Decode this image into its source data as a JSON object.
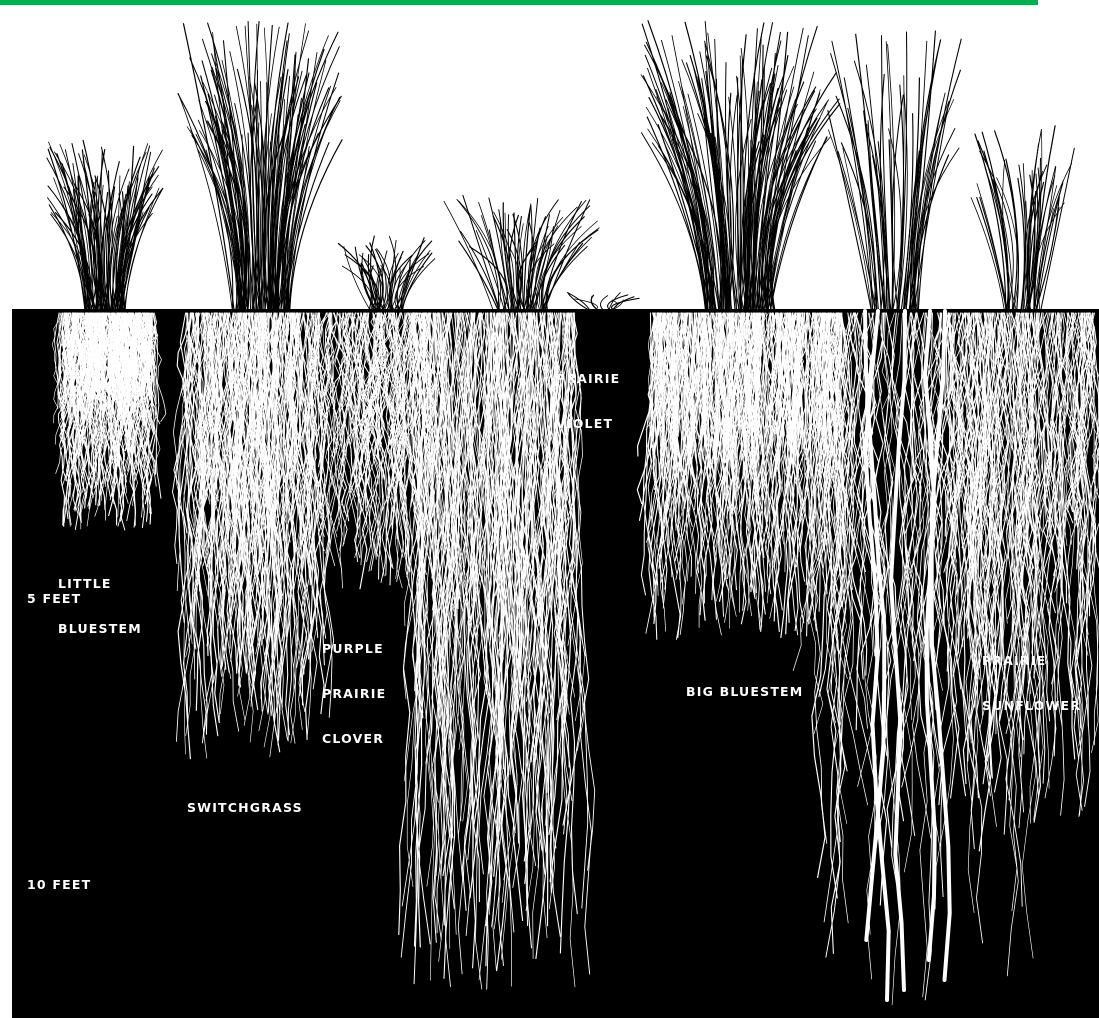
{
  "colors": {
    "accent_bar": "#00b04f",
    "soil": "#000000",
    "sky": "#ffffff",
    "root": "#ffffff",
    "shoot": "#000000"
  },
  "plants": [
    {
      "id": "little-bluestem",
      "label_lines": [
        "LITTLE",
        "BLUESTEM"
      ]
    },
    {
      "id": "switchgrass",
      "label_lines": [
        "SWITCHGRASS"
      ]
    },
    {
      "id": "purple-prairie-clover",
      "label_lines": [
        "PURPLE",
        "PRAIRIE",
        "CLOVER"
      ]
    },
    {
      "id": "prairie-violet",
      "label_lines": [
        "PRAIRIE",
        "VIOLET"
      ]
    },
    {
      "id": "big-bluestem",
      "label_lines": [
        "BIG BLUESTEM"
      ]
    },
    {
      "id": "prairie-sunflower",
      "label_lines": [
        "PRAIRIE",
        "SUNFLOWER"
      ]
    }
  ],
  "depth_markers": [
    {
      "id": "five-feet",
      "label": "5 FEET"
    },
    {
      "id": "ten-feet",
      "label": "10 FEET"
    }
  ]
}
